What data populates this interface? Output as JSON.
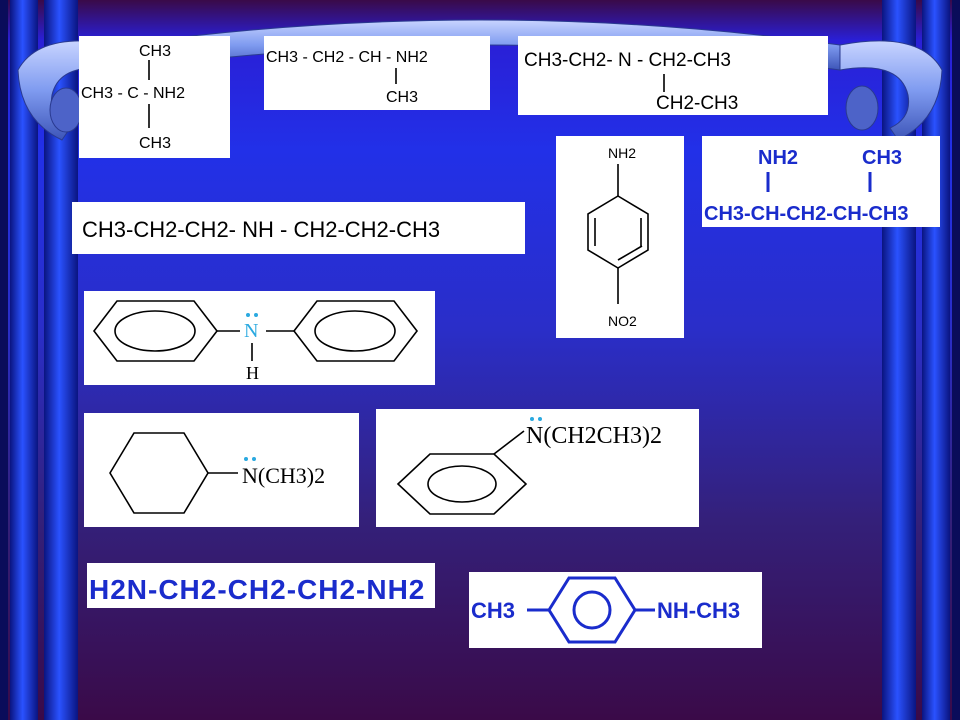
{
  "slide": {
    "colors": {
      "background": "#2230e8",
      "curtain": "#1530ff",
      "ribbon": "#7f9bf0",
      "structure_blue": "#1a2ccc",
      "lone_pair": "#2aa9e0"
    },
    "structures": [
      {
        "id": "s1",
        "rows": {
          "top": "CH3",
          "middle": "CH3 - C - NH2",
          "bottom": "CH3"
        }
      },
      {
        "id": "s2",
        "rows": {
          "main": "CH3 - CH2 - CH - NH2",
          "branch": "CH3"
        }
      },
      {
        "id": "s3",
        "rows": {
          "main": "CH3-CH2- N - CH2-CH3",
          "branch": "CH2-CH3"
        }
      },
      {
        "id": "s4",
        "rows": {
          "top": "NH2",
          "bottom": "NO2"
        }
      },
      {
        "id": "s5",
        "rows": {
          "top_left": "NH2",
          "top_right": "CH3",
          "main": "CH3-CH-CH2-CH-CH3"
        }
      },
      {
        "id": "s6",
        "rows": {
          "main": "CH3-CH2-CH2- NH - CH2-CH2-CH3"
        }
      },
      {
        "id": "s7",
        "rows": {
          "n": "N",
          "h": "H"
        }
      },
      {
        "id": "s8",
        "rows": {
          "group": "N(CH3)2"
        }
      },
      {
        "id": "s9",
        "rows": {
          "group": "N(CH2CH3)2"
        }
      },
      {
        "id": "s10",
        "rows": {
          "main": "H2N-CH2-CH2-CH2-NH2"
        }
      },
      {
        "id": "s11",
        "rows": {
          "left": "CH3",
          "right": "NH-CH3"
        }
      }
    ]
  }
}
